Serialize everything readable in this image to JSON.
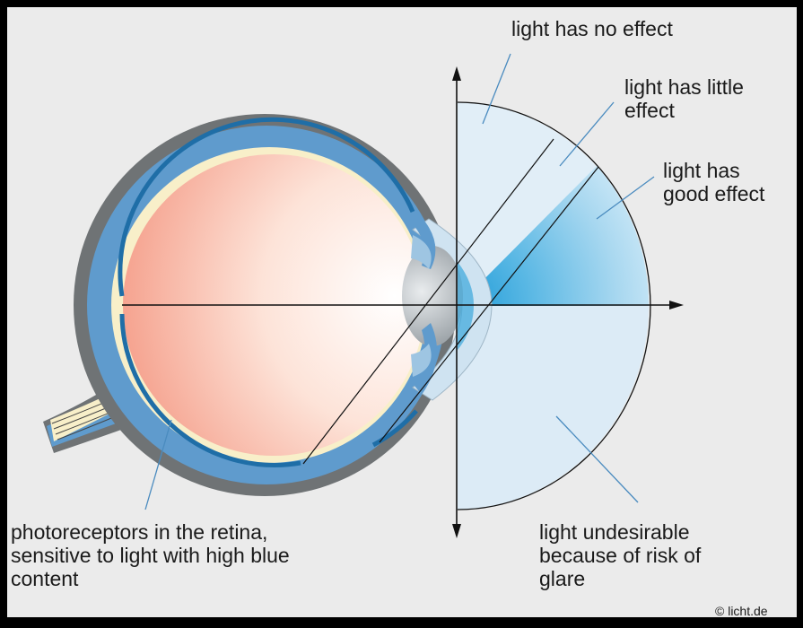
{
  "labels": {
    "no_effect": "light has no effect",
    "little_effect": "light has little\neffect",
    "good_effect": "light has\ngood effect",
    "undesirable": "light undesirable\nbecause of risk of\nglare",
    "photoreceptors": "photoreceptors in the retina,\nsensitive to light with high blue\ncontent"
  },
  "copyright": "© licht.de",
  "colors": {
    "background": "#ebebeb",
    "frame": "#000000",
    "sclera": "#6f7375",
    "choroid": "#5f9bcd",
    "retina_blue": "#1f6ea7",
    "cream": "#f8efc9",
    "vitreous_center": "#ffffff",
    "vitreous_edge": "#f49883",
    "lens": "#b8bec2",
    "field_blue": "#5fb6e0",
    "field_pale": "#e1eef7",
    "line": "#111111"
  }
}
